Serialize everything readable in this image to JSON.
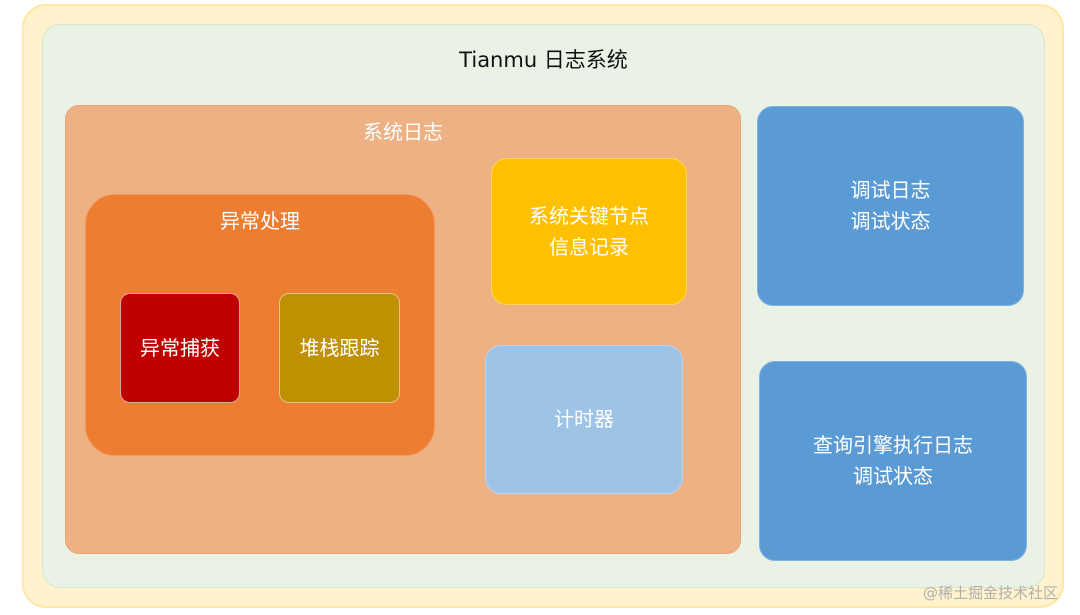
{
  "diagram": {
    "title": "Tianmu 日志系统",
    "system_log": {
      "label": "系统日志",
      "exception_handling": {
        "label": "异常处理",
        "catch_label": "异常捕获",
        "trace_label": "堆栈跟踪"
      },
      "key_node": {
        "line1": "系统关键节点",
        "line2": "信息记录"
      },
      "timer_label": "计时器"
    },
    "debug_log": {
      "line1": "调试日志",
      "line2": "调试状态"
    },
    "query_log": {
      "line1": "查询引擎执行日志",
      "line2": "调试状态"
    }
  },
  "watermark": "@稀土掘金技术社区",
  "colors": {
    "outer": "#fff2cc",
    "inner": "#e9f2e4",
    "system_log": "#edb183",
    "exception": "#ed7d31",
    "catch": "#c00000",
    "trace": "#bf9000",
    "key_node": "#ffc000",
    "timer": "#9dc3e6",
    "blue_boxes": "#5b9bd5"
  }
}
